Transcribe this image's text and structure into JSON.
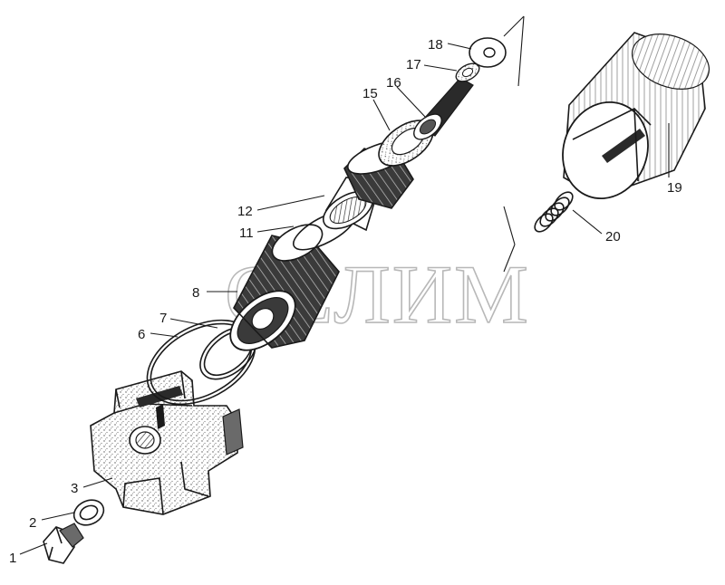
{
  "diagram": {
    "callouts": [
      {
        "id": "1",
        "label": "1"
      },
      {
        "id": "2",
        "label": "2"
      },
      {
        "id": "3",
        "label": "3"
      },
      {
        "id": "6",
        "label": "6"
      },
      {
        "id": "7",
        "label": "7"
      },
      {
        "id": "8",
        "label": "8"
      },
      {
        "id": "11",
        "label": "11"
      },
      {
        "id": "12",
        "label": "12"
      },
      {
        "id": "15",
        "label": "15"
      },
      {
        "id": "16",
        "label": "16"
      },
      {
        "id": "17",
        "label": "17"
      },
      {
        "id": "18",
        "label": "18"
      },
      {
        "id": "19",
        "label": "19"
      },
      {
        "id": "20",
        "label": "20"
      }
    ],
    "watermark": "СЕЛИМ"
  }
}
